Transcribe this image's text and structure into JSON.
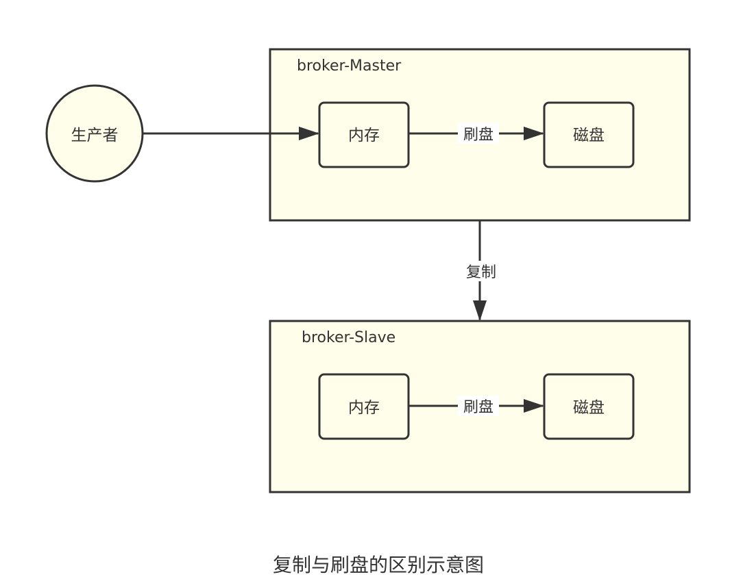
{
  "colors": {
    "node_fill": "#fffeea",
    "stroke": "#333333",
    "text": "#333333",
    "background": "#ffffff"
  },
  "producer": {
    "label": "生产者"
  },
  "master": {
    "title": "broker-Master",
    "memory": "内存",
    "disk": "磁盘",
    "flush_label": "刷盘"
  },
  "replication_label": "复制",
  "slave": {
    "title": "broker-Slave",
    "memory": "内存",
    "disk": "磁盘",
    "flush_label": "刷盘"
  },
  "caption": "复制与刷盘的区别示意图"
}
